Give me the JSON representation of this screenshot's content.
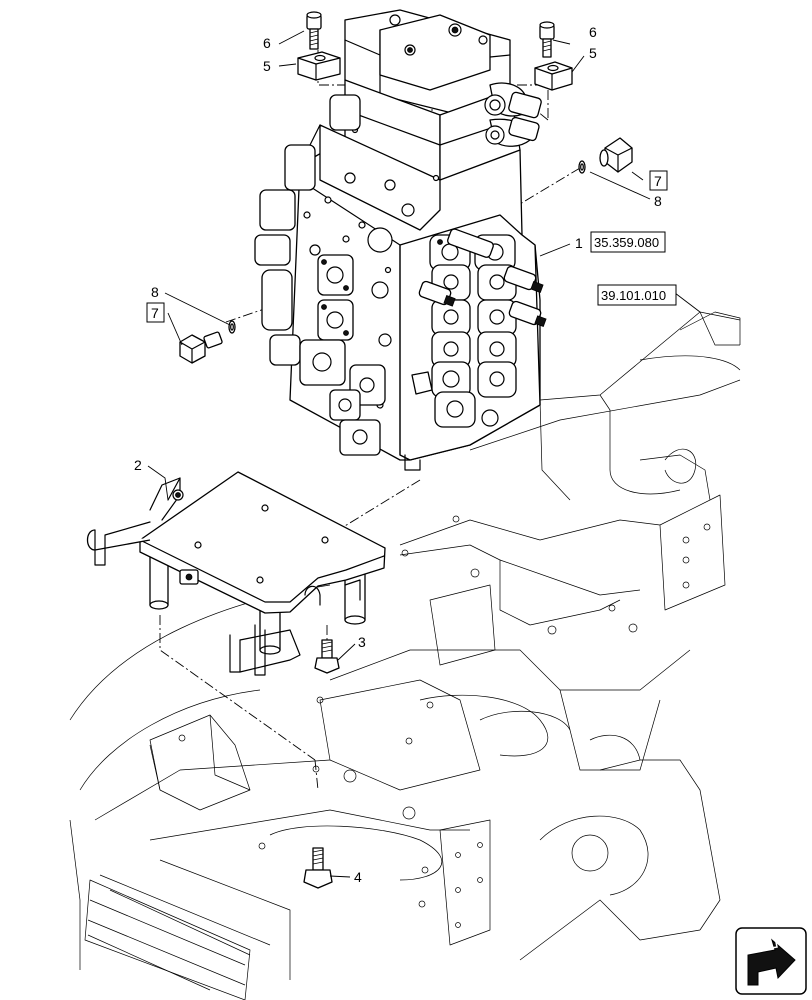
{
  "callouts": {
    "c1": "1",
    "c2": "2",
    "c3": "3",
    "c4": "4",
    "c5_left": "5",
    "c5_right": "5",
    "c6_left": "6",
    "c6_right": "6",
    "c7_left": "7",
    "c7_right": "7",
    "c8_left": "8",
    "c8_right": "8"
  },
  "references": {
    "control_valve_ref": "35.359.080",
    "frame_ref": "39.101.010"
  },
  "icons": {
    "nav_arrow": "arrow-icon"
  }
}
